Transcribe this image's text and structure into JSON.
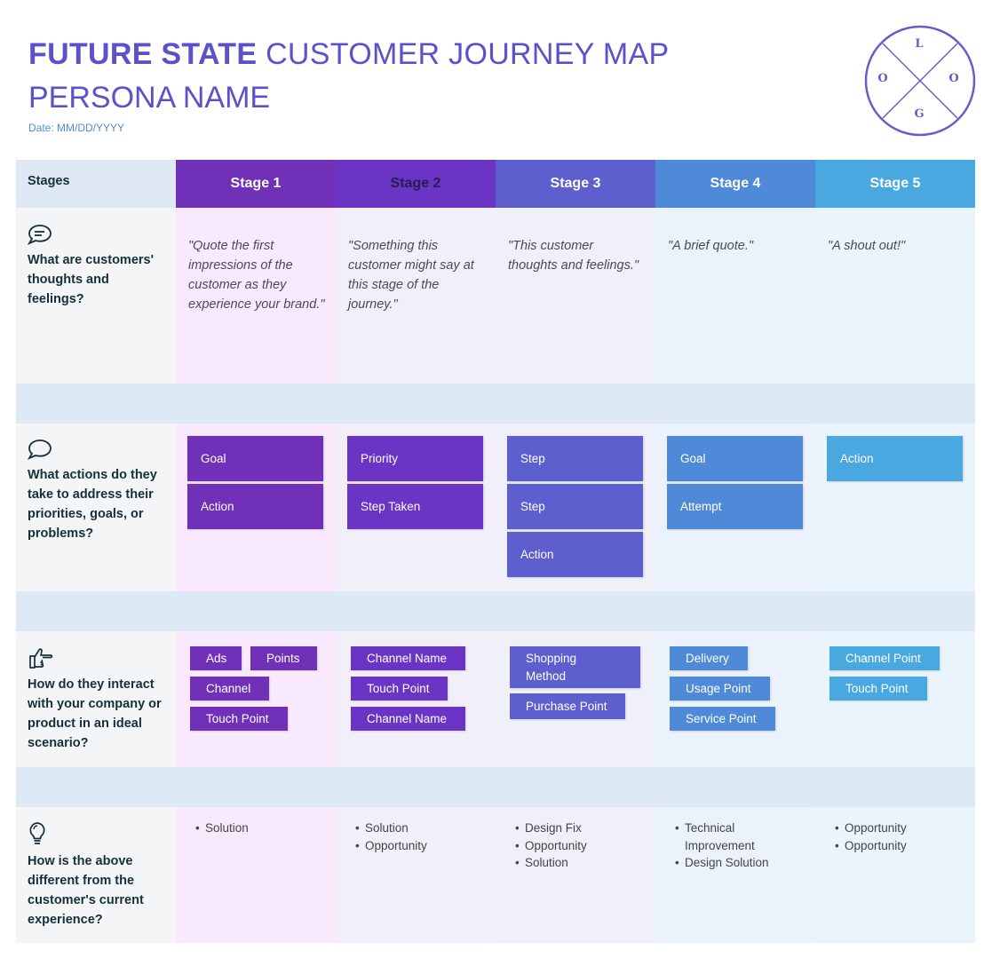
{
  "header": {
    "title_bold": "FUTURE STATE",
    "title_rest": " CUSTOMER JOURNEY MAP",
    "persona": "PERSONA NAME",
    "date": "Date: MM/DD/YYYY"
  },
  "logo": {
    "letters": [
      "L",
      "O",
      "O",
      "G"
    ]
  },
  "colors": {
    "accent": "#5b52c9",
    "stage1": "#7030b8",
    "stage2": "#6a35c4",
    "stage3": "#5e5fcf",
    "stage4": "#4f8ad9",
    "stage5": "#4aa8e0"
  },
  "table": {
    "stages_label": "Stages",
    "stages": [
      "Stage 1",
      "Stage 2",
      "Stage 3",
      "Stage 4",
      "Stage 5"
    ],
    "rows": {
      "thoughts": {
        "label": "What are customers' thoughts and feelings?",
        "icon": "chat-bubble-icon",
        "quotes": [
          "\"Quote the first impressions of the customer as they experience your brand.\"",
          "\"Something this customer might say at this stage of the journey.\"",
          "\"This customer thoughts and feelings.\"",
          "\"A brief quote.\"",
          "\"A shout out!\""
        ]
      },
      "actions": {
        "label": "What actions do they take to address their priorities, goals, or problems?",
        "icon": "speech-bubble-icon",
        "cards": [
          [
            "Goal",
            "Action"
          ],
          [
            "Priority",
            "Step Taken"
          ],
          [
            "Step",
            "Step",
            "Action"
          ],
          [
            "Goal",
            "Attempt"
          ],
          [
            "Action"
          ]
        ]
      },
      "interact": {
        "label": "How do they interact with your company or product in an ideal scenario?",
        "icon": "thumbs-pointing-icon",
        "tags": [
          [
            "Ads",
            "Points",
            "Channel",
            "Touch Point"
          ],
          [
            "Channel Name",
            "Touch Point",
            "Channel Name"
          ],
          [
            "Shopping Method",
            "Purchase Point"
          ],
          [
            "Delivery",
            "Usage Point",
            "Service Point"
          ],
          [
            "Channel Point",
            "Touch Point"
          ]
        ]
      },
      "different": {
        "label": "How is the above different from the customer's current experience?",
        "icon": "lightbulb-icon",
        "bullets": [
          [
            "Solution"
          ],
          [
            "Solution",
            "Opportunity"
          ],
          [
            "Design Fix",
            "Opportunity",
            "Solution"
          ],
          [
            "Technical Improvement",
            "Design Solution"
          ],
          [
            "Opportunity",
            "Opportunity"
          ]
        ]
      }
    }
  }
}
